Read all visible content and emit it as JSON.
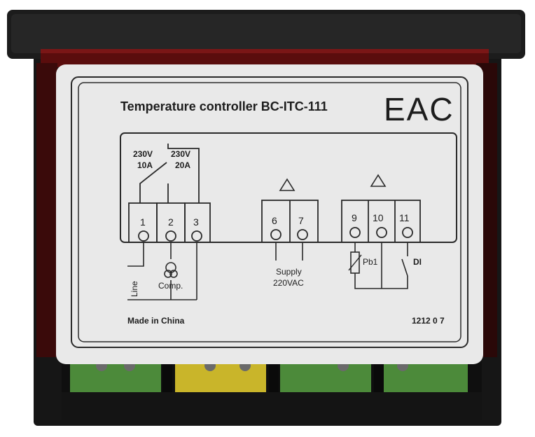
{
  "label": {
    "title": "Temperature controller BC-ITC-111",
    "eac_mark": "EAC",
    "relay_left_voltage": "230V",
    "relay_left_current": "10A",
    "relay_right_voltage": "230V",
    "relay_right_current": "20A",
    "terminals_relay": [
      "1",
      "2",
      "3"
    ],
    "terminals_supply": [
      "6",
      "7"
    ],
    "terminals_sensor": [
      "9",
      "10",
      "11"
    ],
    "line_label": "Line",
    "comp_label": "Comp.",
    "supply_label": "Supply",
    "supply_voltage": "220VAC",
    "sensor_label": "Pb1",
    "digital_input_label": "DI",
    "made_in": "Made in China",
    "serial": "1212  0 7"
  },
  "colors": {
    "housing": "#1a1a1a",
    "label_bg": "#e9e9e9",
    "connector_green": "#4c8a3a",
    "red_window": "#5a0d0d"
  }
}
